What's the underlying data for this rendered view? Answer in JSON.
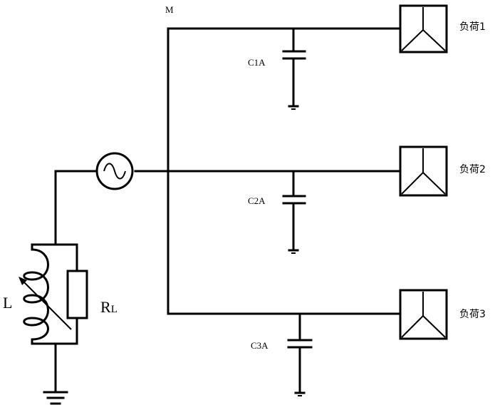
{
  "node_label": "M",
  "capacitors": [
    "C1A",
    "C2A",
    "C3A"
  ],
  "loads": [
    "负荷1",
    "负荷2",
    "负荷3"
  ],
  "inductor_label": "L",
  "resistor_label_main": "R",
  "resistor_label_sub": "L",
  "colors": {
    "line": "#000000",
    "background": "#ffffff"
  }
}
